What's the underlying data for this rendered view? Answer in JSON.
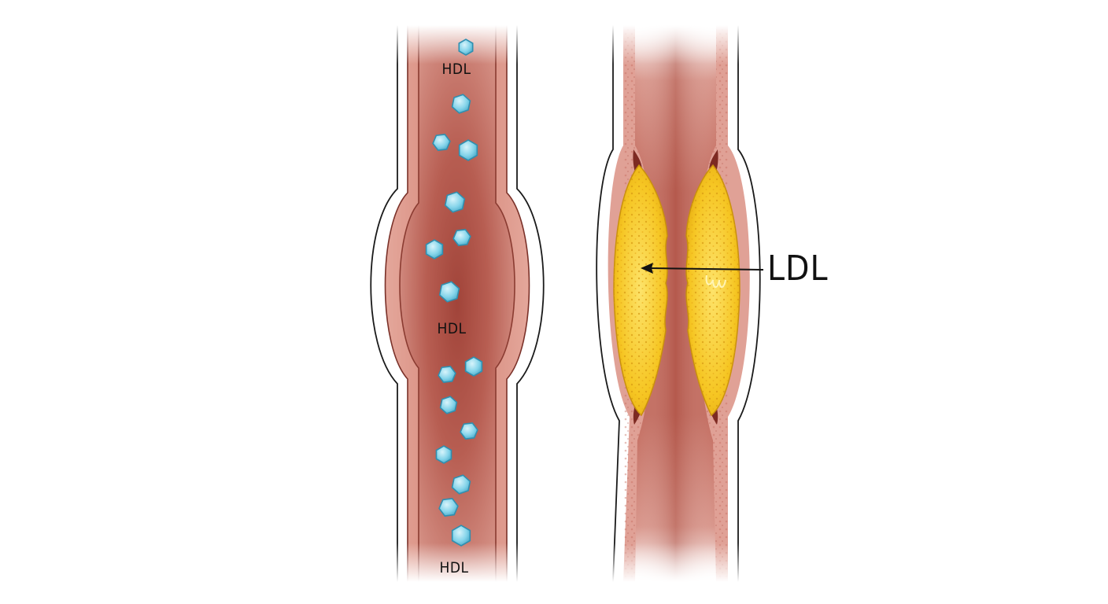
{
  "labels": {
    "hdl_top": "HDL",
    "hdl_middle": "HDL",
    "hdl_bottom": "HDL",
    "ldl": "LDL"
  },
  "colors": {
    "vessel_wall": "#d98a7e",
    "vessel_lumen": "#b85a4e",
    "hdl_particle": "#7dd3e8",
    "ldl_plaque": "#f5c524",
    "outline": "#1a1a1a",
    "background": "#ffffff"
  }
}
